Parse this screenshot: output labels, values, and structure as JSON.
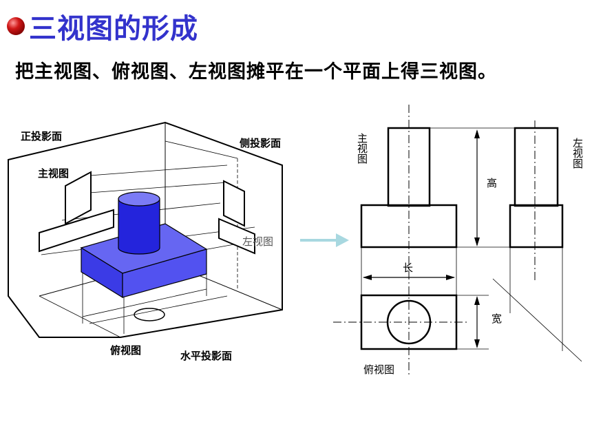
{
  "title": "三视图的形成",
  "subtitle": "把主视图、俯视图、左视图摊平在一个平面上得三视图。",
  "iso": {
    "frontal_plane": "正投影面",
    "side_plane": "侧投影面",
    "front_view": "主视图",
    "left_view": "左视图",
    "top_view": "俯视图",
    "horizontal_plane": "水平投影面"
  },
  "ortho": {
    "front_view": "主视图",
    "left_view": "左视图",
    "top_view": "俯视图",
    "length": "长",
    "height": "高",
    "width": "宽"
  },
  "colors": {
    "title": "#3333cc",
    "solid_face": "#5a5af0",
    "solid_dark": "#2020d0",
    "arrow": "#a8d8e0"
  }
}
